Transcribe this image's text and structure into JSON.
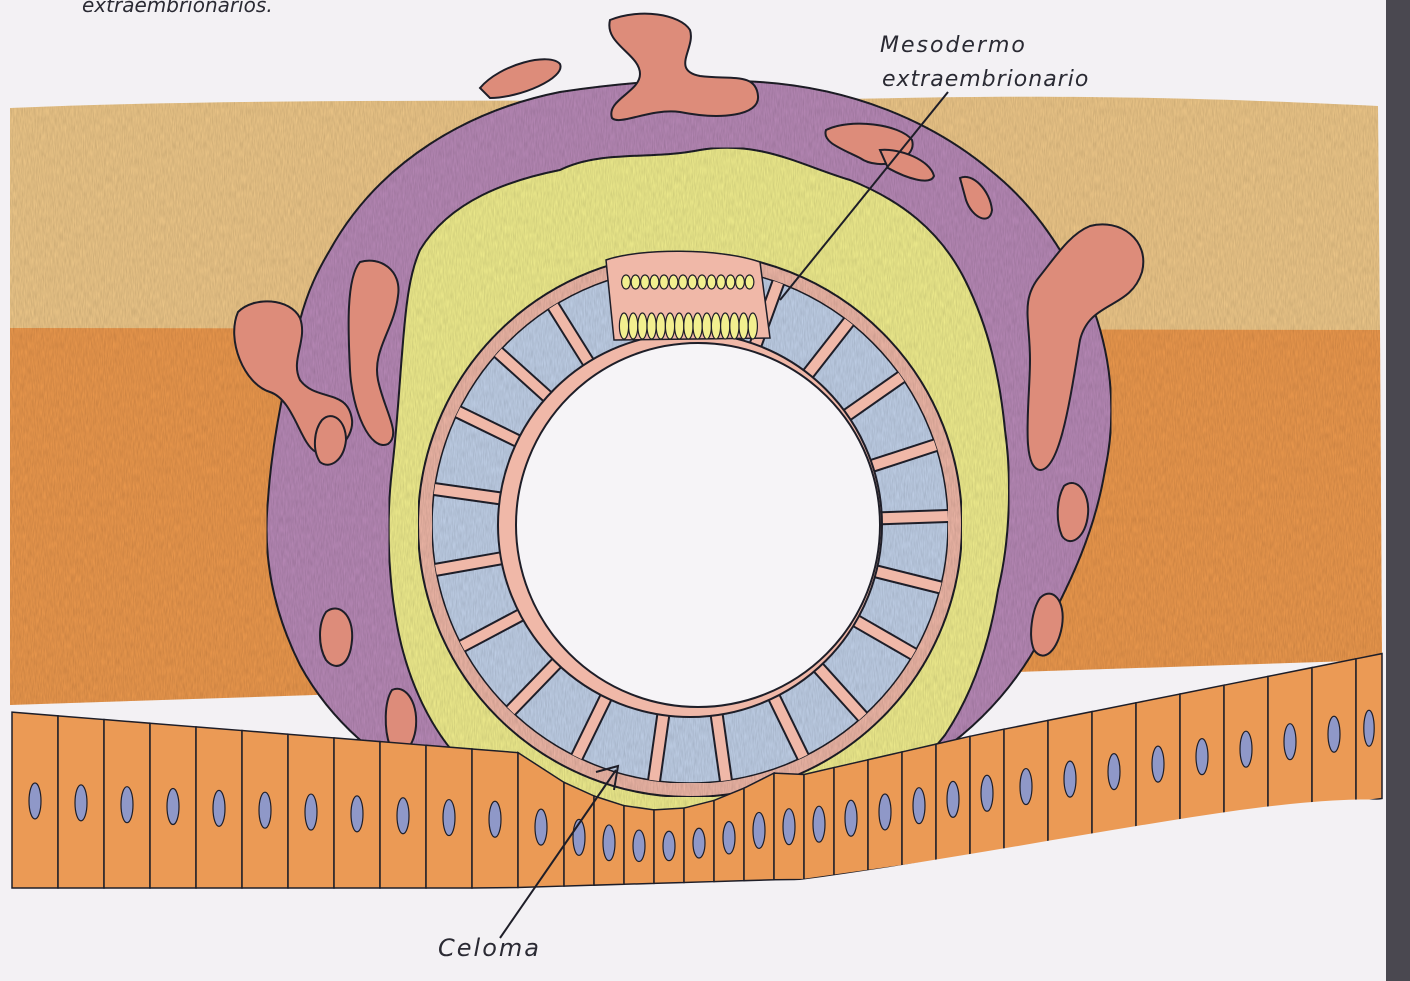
{
  "header": {
    "caption_fragment": "extraembrionarios."
  },
  "labels": {
    "mesoderm_line1": "Mesodermo",
    "mesoderm_line2": "extraembrionario",
    "coelom": "Celoma"
  },
  "colors": {
    "paper": "#f3f1f4",
    "endometrium_light": "#f0c98a",
    "endometrium_dark": "#ee9a4e",
    "epithelium": "#eb9a55",
    "syncytiotrophoblast": "#b98ab8",
    "lacunae": "#dd8c7a",
    "cytotrophoblast": "#f2ef8f",
    "mesoderm": "#f0b8a8",
    "coelom": "#c2d2ea",
    "nucleus": "#8f98c8",
    "ink": "#1e1e28"
  }
}
